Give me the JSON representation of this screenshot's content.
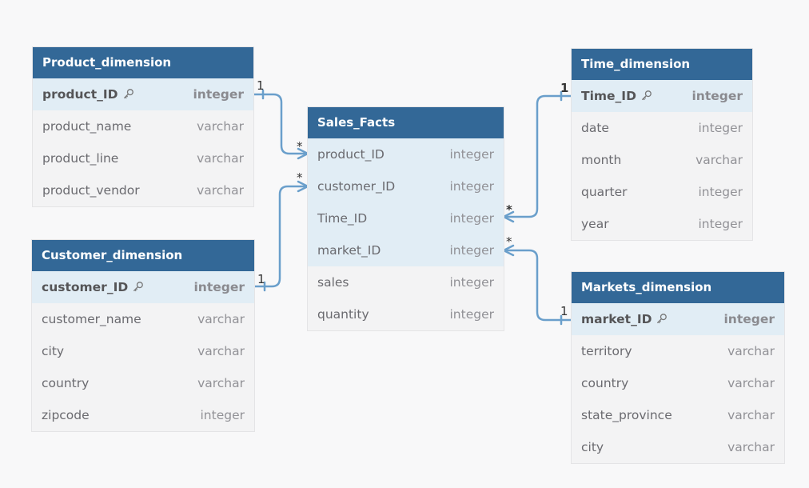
{
  "tables": {
    "product": {
      "title": "Product_dimension",
      "rows": [
        {
          "name": "product_ID",
          "type": "integer"
        },
        {
          "name": "product_name",
          "type": "varchar"
        },
        {
          "name": "product_line",
          "type": "varchar"
        },
        {
          "name": "product_vendor",
          "type": "varchar"
        }
      ]
    },
    "customer": {
      "title": "Customer_dimension",
      "rows": [
        {
          "name": "customer_ID",
          "type": "integer"
        },
        {
          "name": "customer_name",
          "type": "varchar"
        },
        {
          "name": "city",
          "type": "varchar"
        },
        {
          "name": "country",
          "type": "varchar"
        },
        {
          "name": "zipcode",
          "type": "integer"
        }
      ]
    },
    "sales": {
      "title": "Sales_Facts",
      "rows": [
        {
          "name": "product_ID",
          "type": "integer"
        },
        {
          "name": "customer_ID",
          "type": "integer"
        },
        {
          "name": "Time_ID",
          "type": "integer"
        },
        {
          "name": "market_ID",
          "type": "integer"
        },
        {
          "name": "sales",
          "type": "integer"
        },
        {
          "name": "quantity",
          "type": "integer"
        }
      ]
    },
    "time": {
      "title": "Time_dimension",
      "rows": [
        {
          "name": "Time_ID",
          "type": "integer"
        },
        {
          "name": "date",
          "type": "integer"
        },
        {
          "name": "month",
          "type": "varchar"
        },
        {
          "name": "quarter",
          "type": "integer"
        },
        {
          "name": "year",
          "type": "integer"
        }
      ]
    },
    "markets": {
      "title": "Markets_dimension",
      "rows": [
        {
          "name": "market_ID",
          "type": "integer"
        },
        {
          "name": "territory",
          "type": "varchar"
        },
        {
          "name": "country",
          "type": "varchar"
        },
        {
          "name": "state_province",
          "type": "varchar"
        },
        {
          "name": "city",
          "type": "varchar"
        }
      ]
    }
  },
  "relationships": [
    {
      "from": "Product_dimension.product_ID",
      "to": "Sales_Facts.product_ID",
      "from_card": "1",
      "to_card": "*"
    },
    {
      "from": "Customer_dimension.customer_ID",
      "to": "Sales_Facts.customer_ID",
      "from_card": "1",
      "to_card": "*"
    },
    {
      "from": "Time_dimension.Time_ID",
      "to": "Sales_Facts.Time_ID",
      "from_card": "1",
      "to_card": "*"
    },
    {
      "from": "Markets_dimension.market_ID",
      "to": "Sales_Facts.market_ID",
      "from_card": "1",
      "to_card": "*"
    }
  ],
  "icons": {
    "primary_key": "key-icon"
  },
  "colors": {
    "header": "#336897",
    "key_row": "#e1edf5",
    "row": "#f3f3f4",
    "line": "#6a9fcb"
  }
}
